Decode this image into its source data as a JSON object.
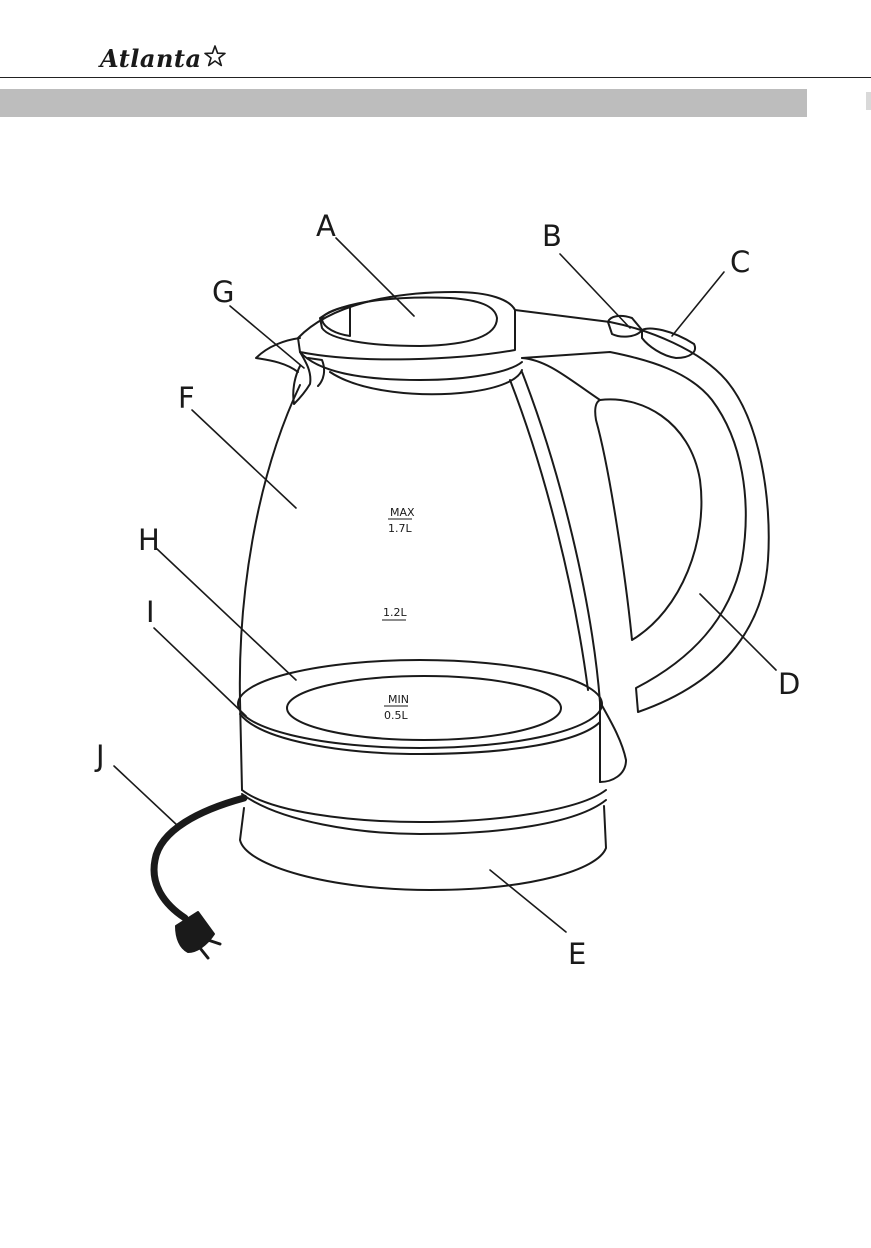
{
  "header": {
    "brand": "Atlanta"
  },
  "scale_marks": {
    "max_top": "MAX",
    "max_bottom": "1.7L",
    "mid": "1.2L",
    "min_top": "MIN",
    "min_bottom": "0.5L"
  },
  "callouts": {
    "a": "A",
    "b": "B",
    "c": "C",
    "d": "D",
    "e": "E",
    "f": "F",
    "g": "G",
    "h": "H",
    "i": "I",
    "j": "J"
  },
  "colors": {
    "line": "#1a1a1a",
    "band": "#bdbdbd",
    "background": "#ffffff"
  }
}
